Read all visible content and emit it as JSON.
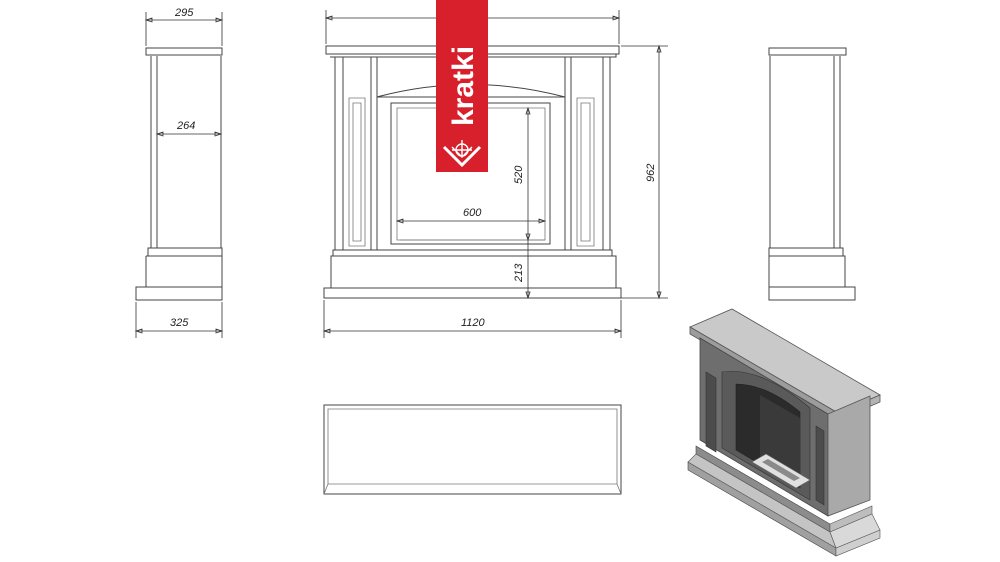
{
  "brand": {
    "name": "kratki",
    "color": "#d7202b"
  },
  "dimensions": {
    "side_top_depth": "295",
    "side_inner_depth": "264",
    "side_base_depth": "325",
    "opening_width": "600",
    "opening_height": "520",
    "base_height": "213",
    "total_height": "962",
    "total_width": "1120"
  },
  "icons": [
    "kratki-logo-icon",
    "isometric-fireplace-render"
  ]
}
